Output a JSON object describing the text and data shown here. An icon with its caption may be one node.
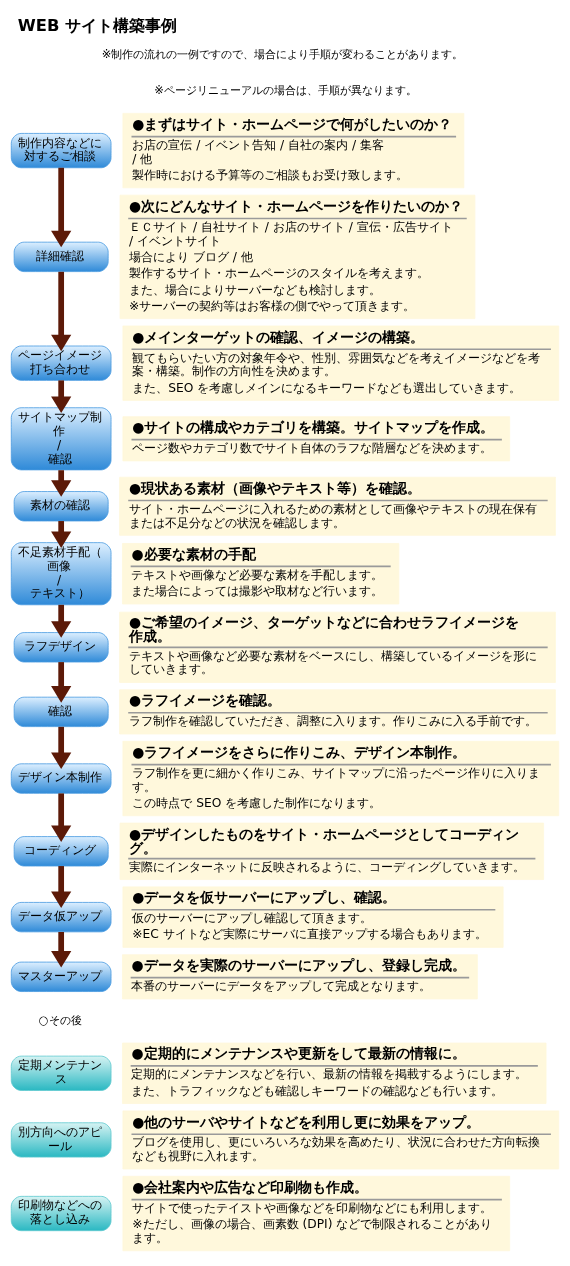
{
  "diagram": {
    "title": "WEB サイト構築事例",
    "nodes": [
      {
        "text": [
          "制作内容などに対するご相談"
        ]
      },
      {
        "text": [
          "●まずはサイト・ホームページで何がしたいのか？",
          "お店の宣伝 / イベント告知 / 自社の案内 / 集客 / 他",
          "製作時における予算等のご相談もお受け致します。"
        ]
      },
      {
        "text": [
          "詳細確認"
        ]
      },
      {
        "text": [
          "●次にどんなサイト・ホームページを作りたいのか？",
          "ＥＣサイト / 自社サイト / お店のサイト / 宣伝・広告サイト / イベントサイト",
          "場合により ブログ / 他",
          "製作するサイト・ホームページのスタイルを考えます。",
          "また、場合によりサーバーなども検討します。",
          "※サーバーの契約等はお客様の側でやって頂きます。"
        ]
      },
      {
        "text": [
          "ページイメージ打ち合わせ"
        ]
      },
      {
        "text": [
          "●メインターゲットの確認、イメージの構築。",
          "観てもらいたい方の対象年令や、性別、雰囲気などを考えイメージなどを考案・構築。制作の方向性を決めます。",
          "また、SEO を考慮しメインになるキーワードなども選出していきます。"
        ]
      },
      {
        "text": [
          "サイトマップ制作 / 確認"
        ]
      },
      {
        "text": [
          "●サイトの構成やカテゴリを構築。サイトマップを作成。",
          "ページ数やカテゴリ数でサイト自体のラフな階層などを決めます。"
        ]
      },
      {
        "text": [
          "素材の確認"
        ]
      },
      {
        "text": [
          "●現状ある素材（画像やテキスト等）を確認。",
          "サイト・ホームページに入れるための素材として画像やテキストの現在保有または不足分などの状況を確認します。"
        ]
      },
      {
        "text": [
          "不足素材手配（画像 / テキスト）"
        ]
      },
      {
        "text": [
          "●必要な素材の手配",
          "テキストや画像など必要な素材を手配します。",
          "また場合によっては撮影や取材など行います。"
        ]
      },
      {
        "text": [
          "ラフデザイン"
        ]
      },
      {
        "text": [
          "●ご希望のイメージ、ターゲットなどに合わせラフイメージを作成。",
          "テキストや画像など必要な素材をベースにし、構築しているイメージを形にしていきます。"
        ]
      },
      {
        "text": [
          "確認"
        ]
      },
      {
        "text": [
          "●ラフイメージを確認。",
          "ラフ制作を確認していただき、調整に入ります。作りこみに入る手前です。"
        ]
      },
      {
        "text": [
          "デザイン本制作"
        ]
      },
      {
        "text": [
          "●ラフイメージをさらに作りこみ、デザイン本制作。",
          "ラフ制作を更に細かく作りこみ、サイトマップに沿ったページ作りに入ります。",
          "この時点で SEO を考慮した制作になります。"
        ]
      },
      {
        "text": [
          "コーディング"
        ]
      },
      {
        "text": [
          "●デザインしたものをサイト・ホームページとしてコーディング。",
          "実際にインターネットに反映されるように、コーディングしていきます。"
        ]
      },
      {
        "text": [
          "データ仮アップ"
        ]
      },
      {
        "text": [
          "●データを仮サーバーにアップし、確認。",
          "仮のサーバーにアップし確認して頂きます。",
          "※EC サイトなど実際にサーバに直接アップする場合もあります。"
        ]
      },
      {
        "text": [
          "マスターアップ"
        ]
      },
      {
        "text": [
          "●データを実際のサーバーにアップし、登録し完成。",
          "本番のサーバーにデータをアップして完成となります。"
        ]
      },
      {
        "text": [
          "定期メンテナンス"
        ]
      },
      {
        "text": [
          "●定期的にメンテナンスや更新をして最新の情報に。",
          "定期的にメンテナンスなどを行い、最新の情報を掲載するようにします。",
          "また、トラフィックなども確認しキーワードの確認なども行います。"
        ]
      },
      {
        "text": [
          "別方向へのアピール"
        ]
      },
      {
        "text": [
          "●他のサーバやサイトなどを利用し更に効果をアップ。",
          "ブログを使用し、更にいろいろな効果を高めたり、状況に合わせた方向転換なども視野に入れます。"
        ]
      },
      {
        "text": [
          "印刷物などへの落とし込み"
        ]
      },
      {
        "text": [
          "●会社案内や広告など印刷物も作成。",
          "サイトで使ったテイストや画像などを印刷物などにも利用します。",
          "※ただし、画像の場合、画素数 (DPI) などで制限されることがあります。"
        ]
      }
    ],
    "edges": [
      {
        "from": 0,
        "to": 2,
        "arrow": "to"
      },
      {
        "from": 2,
        "to": 4,
        "arrow": "to"
      },
      {
        "from": 4,
        "to": 6,
        "arrow": "to"
      },
      {
        "from": 6,
        "to": 8,
        "arrow": "to"
      },
      {
        "from": 8,
        "to": 10,
        "arrow": "to"
      },
      {
        "from": 10,
        "to": 12,
        "arrow": "to"
      },
      {
        "from": 12,
        "to": 14,
        "arrow": "to"
      },
      {
        "from": 14,
        "to": 16,
        "arrow": "to"
      },
      {
        "from": 16,
        "to": 18,
        "arrow": "to"
      },
      {
        "from": 18,
        "to": 20,
        "arrow": "to"
      },
      {
        "from": 20,
        "to": 22,
        "arrow": "to"
      }
    ],
    "labels": [
      "※制作の流れの一例ですので、場合により手順が変わることがあります。",
      "※ページリニューアルの場合は、手順が異なります。",
      "○その後"
    ]
  }
}
